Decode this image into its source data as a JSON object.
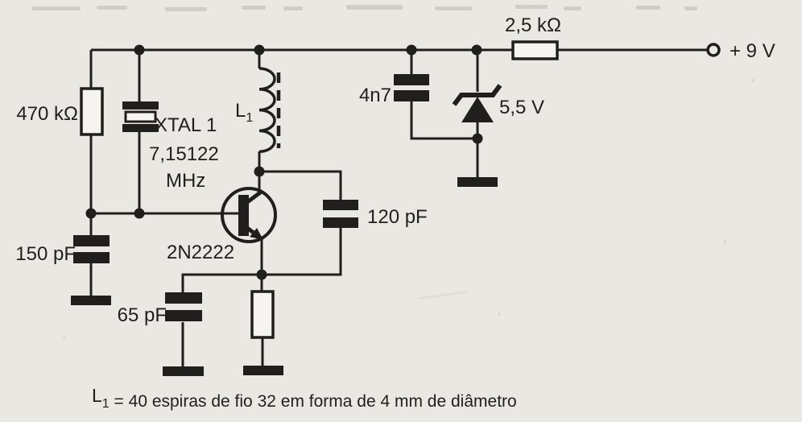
{
  "figure": {
    "type": "circuit-schematic",
    "subject": "crystal oscillator circuit (scanned book figure)",
    "background_color": "#e9e8e3",
    "ink_color": "#211f1e"
  },
  "labels": {
    "supply_resistor": "2,5 kΩ",
    "supply_terminal": "+ 9 V",
    "bias_resistor": "470 kΩ",
    "crystal_name": "XTAL 1",
    "crystal_frequency": "7,15122",
    "crystal_frequency_unit": "MHz",
    "inductor_prefix": "L",
    "inductor_sub": "1",
    "bypass_capacitor": "4n7",
    "zener_voltage": "5,5 V",
    "feedback_capacitor": "120 pF",
    "transistor": "2N2222",
    "base_capacitor": "150 pF",
    "emitter_capacitor": "65 pF"
  },
  "caption": {
    "prefix": "L",
    "sub": "1",
    "text": " = 40 espiras de fio 32 em forma de 4 mm de diâmetro"
  },
  "components": [
    {
      "type": "resistor",
      "value": "470 kΩ",
      "position": "base bias, top-left"
    },
    {
      "type": "crystal",
      "name": "XTAL 1",
      "frequency": "7,15122 MHz"
    },
    {
      "type": "inductor",
      "name": "L1",
      "note": "collector load with dashed core line"
    },
    {
      "type": "capacitor",
      "value": "150 pF",
      "position": "base to ground"
    },
    {
      "type": "capacitor",
      "value": "65 pF",
      "position": "emitter to ground"
    },
    {
      "type": "capacitor",
      "value": "120 pF",
      "position": "collector to emitter"
    },
    {
      "type": "capacitor",
      "value": "4n7",
      "position": "supply rail bypass"
    },
    {
      "type": "transistor",
      "value": "2N2222",
      "polarity": "NPN"
    },
    {
      "type": "zener-diode",
      "value": "5,5 V",
      "position": "supply rail to ground"
    },
    {
      "type": "resistor",
      "value": "2,5 kΩ",
      "position": "series with +9 V supply"
    },
    {
      "type": "resistor",
      "value": "",
      "position": "emitter to ground, unlabeled"
    },
    {
      "type": "terminal",
      "value": "+ 9 V"
    }
  ]
}
